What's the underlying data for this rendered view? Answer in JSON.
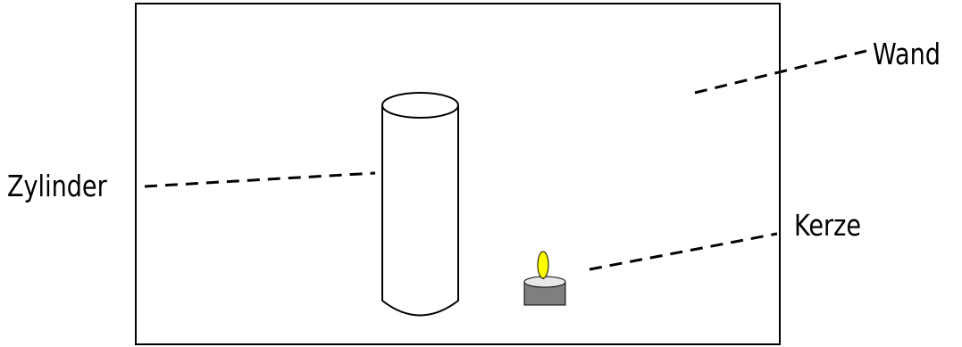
{
  "labels": {
    "wand": "Wand",
    "zylinder": "Zylinder",
    "kerze": "Kerze"
  },
  "colors": {
    "stroke": "#000000",
    "background": "#ffffff",
    "flame": "#ffff00",
    "candle_body": "#7f7f7f",
    "candle_top": "#e8e8e8"
  }
}
